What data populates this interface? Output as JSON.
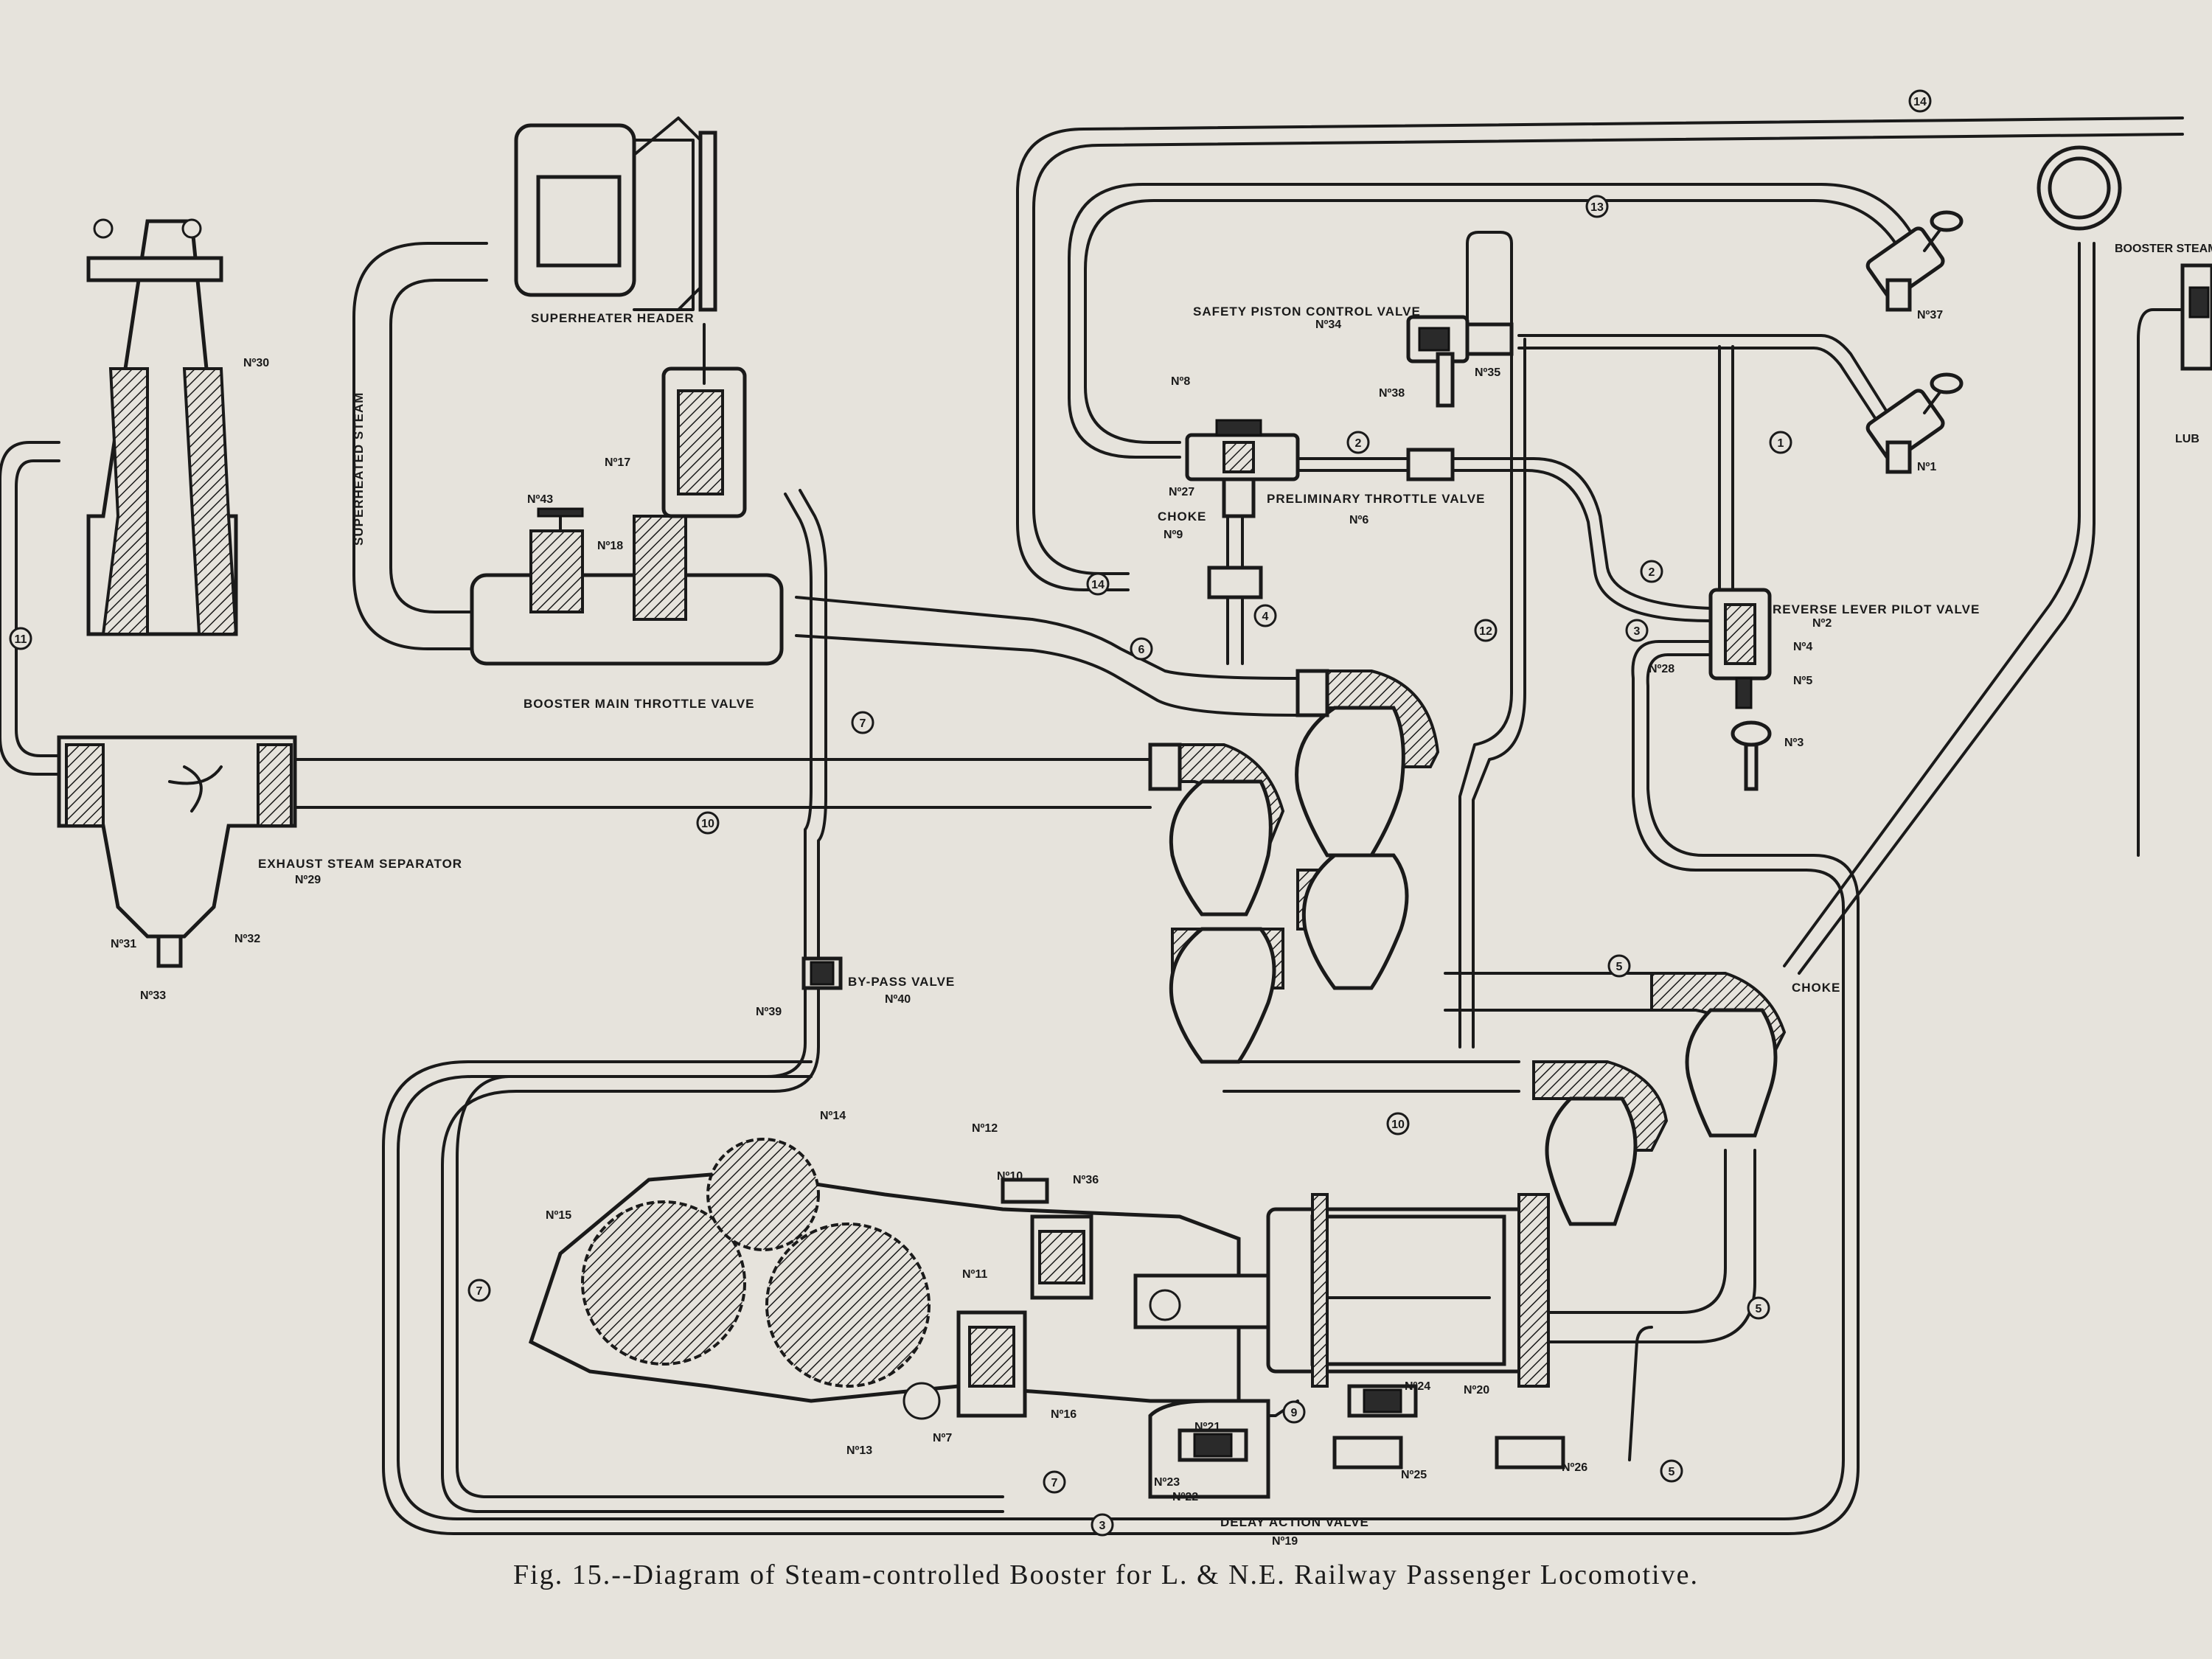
{
  "caption": "Fig. 15.--Diagram of Steam-controlled Booster for L. & N.E. Railway Passenger Locomotive.",
  "labels": {
    "superheater_header": "SUPERHEATER HEADER",
    "superheated_steam": "SUPERHEATED STEAM",
    "booster_main_throttle": "BOOSTER MAIN THROTTLE VALVE",
    "safety_piston": "SAFETY PISTON CONTROL VALVE",
    "preliminary_throttle": "PRELIMINARY THROTTLE VALVE",
    "reverse_lever": "REVERSE LEVER PILOT VALVE",
    "exhaust_separator": "EXHAUST STEAM SEPARATOR",
    "bypass_valve": "BY-PASS VALVE",
    "delay_action": "DELAY ACTION VALVE",
    "choke_left": "CHOKE",
    "choke_right": "CHOKE",
    "booster_steam_chest_pressure": "BOOSTER STEAM CHEST PRESSURE",
    "lub": "LUB"
  },
  "part_numbers": {
    "n30": "Nº30",
    "n43": "Nº43",
    "n18": "Nº18",
    "n17": "Nº17",
    "n34": "Nº34",
    "n35": "Nº35",
    "n38": "Nº38",
    "n8": "Nº8",
    "n27": "Nº27",
    "n9": "Nº9",
    "n6": "Nº6",
    "n37": "Nº37",
    "n1": "Nº1",
    "n2": "Nº2",
    "n4": "Nº4",
    "n5": "Nº5",
    "n28": "Nº28",
    "n3": "Nº3",
    "n29": "Nº29",
    "n31": "Nº31",
    "n32": "Nº32",
    "n33": "Nº33",
    "n39": "Nº39",
    "n40": "Nº40",
    "n14": "Nº14",
    "n12": "Nº12",
    "n10": "Nº10",
    "n36": "Nº36",
    "n15": "Nº15",
    "n11": "Nº11",
    "n16": "Nº16",
    "n13": "Nº13",
    "n7": "Nº7",
    "n24": "Nº24",
    "n20": "Nº20",
    "n21": "Nº21",
    "n23": "Nº23",
    "n22": "Nº22",
    "n19": "Nº19",
    "n25": "Nº25",
    "n26": "Nº26"
  },
  "pipe_numbers": {
    "p1": "1",
    "p2a": "2",
    "p2b": "2",
    "p3a": "3",
    "p3b": "3",
    "p4": "4",
    "p5a": "5",
    "p5b": "5",
    "p5c": "5",
    "p7a": "7",
    "p7b": "7",
    "p7c": "7",
    "p9": "9",
    "p10a": "10",
    "p10b": "10",
    "p11": "11",
    "p12": "12",
    "p13": "13",
    "p14a": "14",
    "p14b": "14",
    "p6": "6"
  }
}
